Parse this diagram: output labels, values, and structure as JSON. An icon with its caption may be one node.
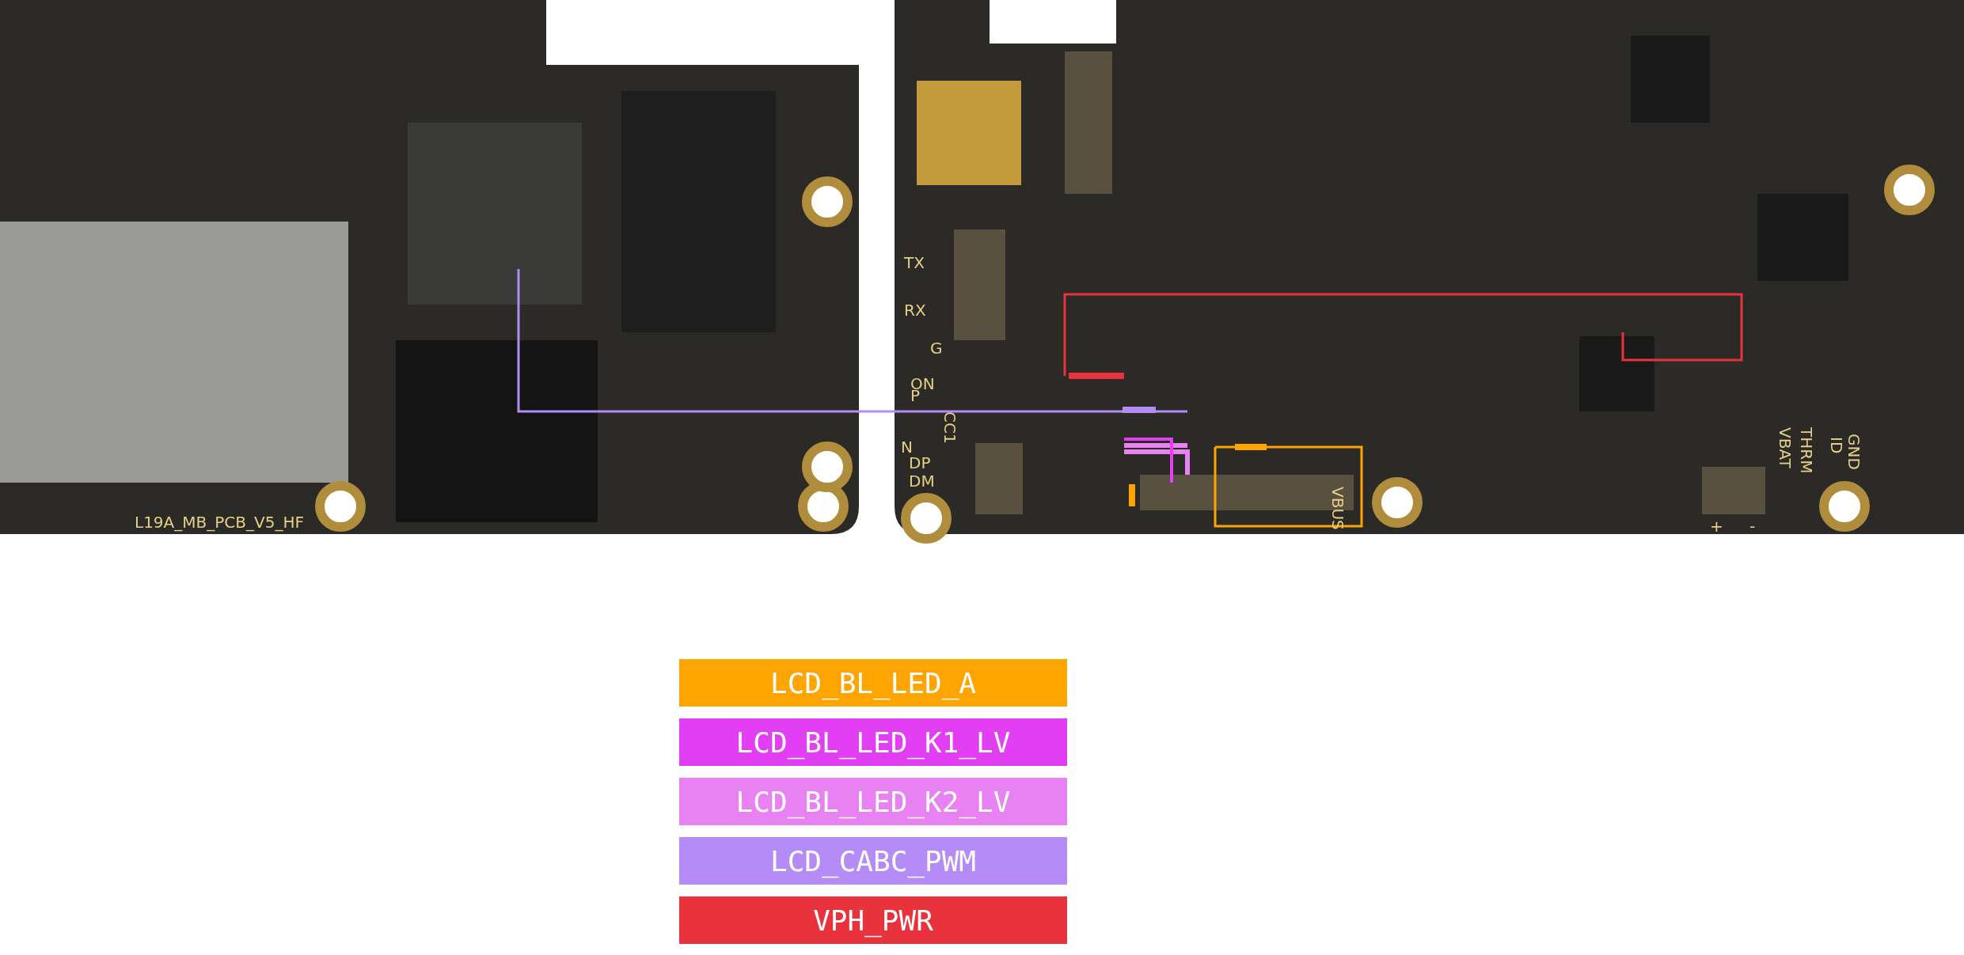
{
  "diagram": {
    "labels": [
      "L19A_MB_PCB_V5_HF",
      "TX",
      "RX",
      "G",
      "ON",
      "P",
      "CC1",
      "N",
      "DP",
      "DM",
      "VBUS",
      "GND",
      "ID",
      "THRM",
      "VBAT",
      "+",
      "-"
    ],
    "legend": [
      {
        "text": "LCD_BL_LED_A",
        "color": "#ffa502"
      },
      {
        "text": "LCD_BL_LED_K1_LV",
        "color": "#e23ff5"
      },
      {
        "text": "LCD_BL_LED_K2_LV",
        "color": "#e882f2"
      },
      {
        "text": "LCD_CABC_PWM",
        "color": "#b58bf7"
      },
      {
        "text": "VPH_PWR",
        "color": "#e8333c"
      }
    ]
  }
}
